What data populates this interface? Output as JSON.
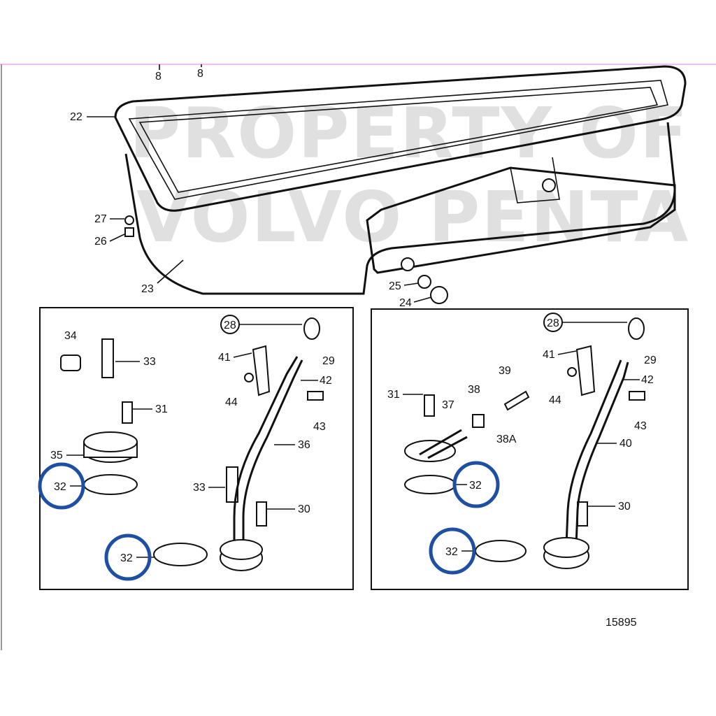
{
  "watermark": [
    "PROPERTY OF",
    "VOLVO PENTA"
  ],
  "figure_number": "15895",
  "colors": {
    "highlight_circle": "#1f4fa3",
    "top_rule": "#f3a6f3",
    "line": "#111111"
  },
  "top_labels": {
    "l8a": "8",
    "l8b": "8",
    "l22": "22",
    "l27": "27",
    "l26": "26",
    "l23": "23",
    "l25": "25",
    "l24": "24"
  },
  "left_panel": {
    "l34": "34",
    "l33a": "33",
    "l31": "31",
    "l35": "35",
    "l32a": "32",
    "l32b": "32",
    "l28": "28",
    "l41": "41",
    "l29": "29",
    "l42": "42",
    "l44": "44",
    "l43": "43",
    "l36": "36",
    "l33b": "33",
    "l30": "30"
  },
  "right_panel": {
    "l28": "28",
    "l41": "41",
    "l29": "29",
    "l42": "42",
    "l44": "44",
    "l43": "43",
    "l40": "40",
    "l31": "31",
    "l38": "38",
    "l39": "39",
    "l37": "37",
    "l38a": "38A",
    "l32a": "32",
    "l32b": "32",
    "l30": "30"
  }
}
